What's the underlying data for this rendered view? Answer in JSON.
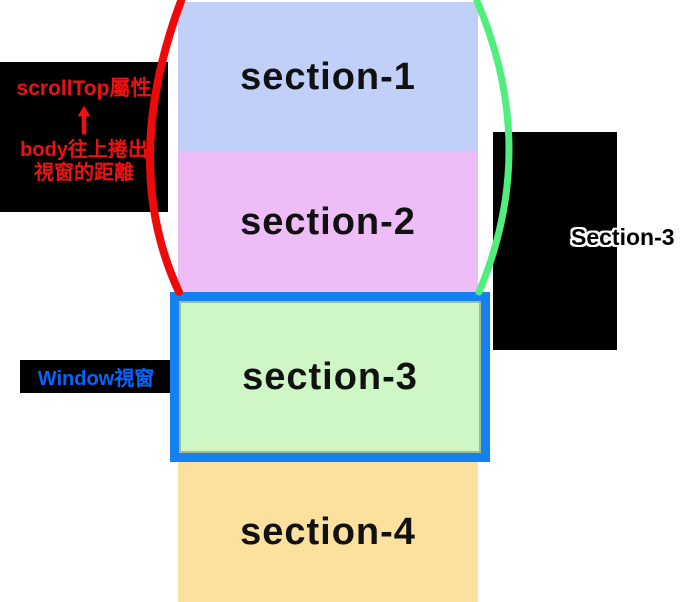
{
  "sections": [
    {
      "label": "section-1",
      "bg": "#c0d0f8"
    },
    {
      "label": "section-2",
      "bg": "#eebcf7"
    },
    {
      "label": "section-3",
      "bg": "#cef7c5"
    },
    {
      "label": "section-4",
      "bg": "#fce09e"
    }
  ],
  "scrolltop_note": {
    "title": "scrollTop屬性",
    "arrow_icon": "up-arrow",
    "body_line1": "body往上捲出",
    "body_line2": "視窗的距離",
    "text_color": "#ee1111",
    "bg_color": "#000000"
  },
  "window_label": {
    "text": "Window視窗",
    "text_color": "#0066ff",
    "bg_color": "#000000"
  },
  "right_label": {
    "text": "Section-3",
    "fill_color": "#000000",
    "outline_color": "#ffffff"
  },
  "viewport": {
    "border_color": "#1580f0"
  },
  "braces": {
    "left_color": "#ee0a0a",
    "right_color": "#50ee7c"
  }
}
